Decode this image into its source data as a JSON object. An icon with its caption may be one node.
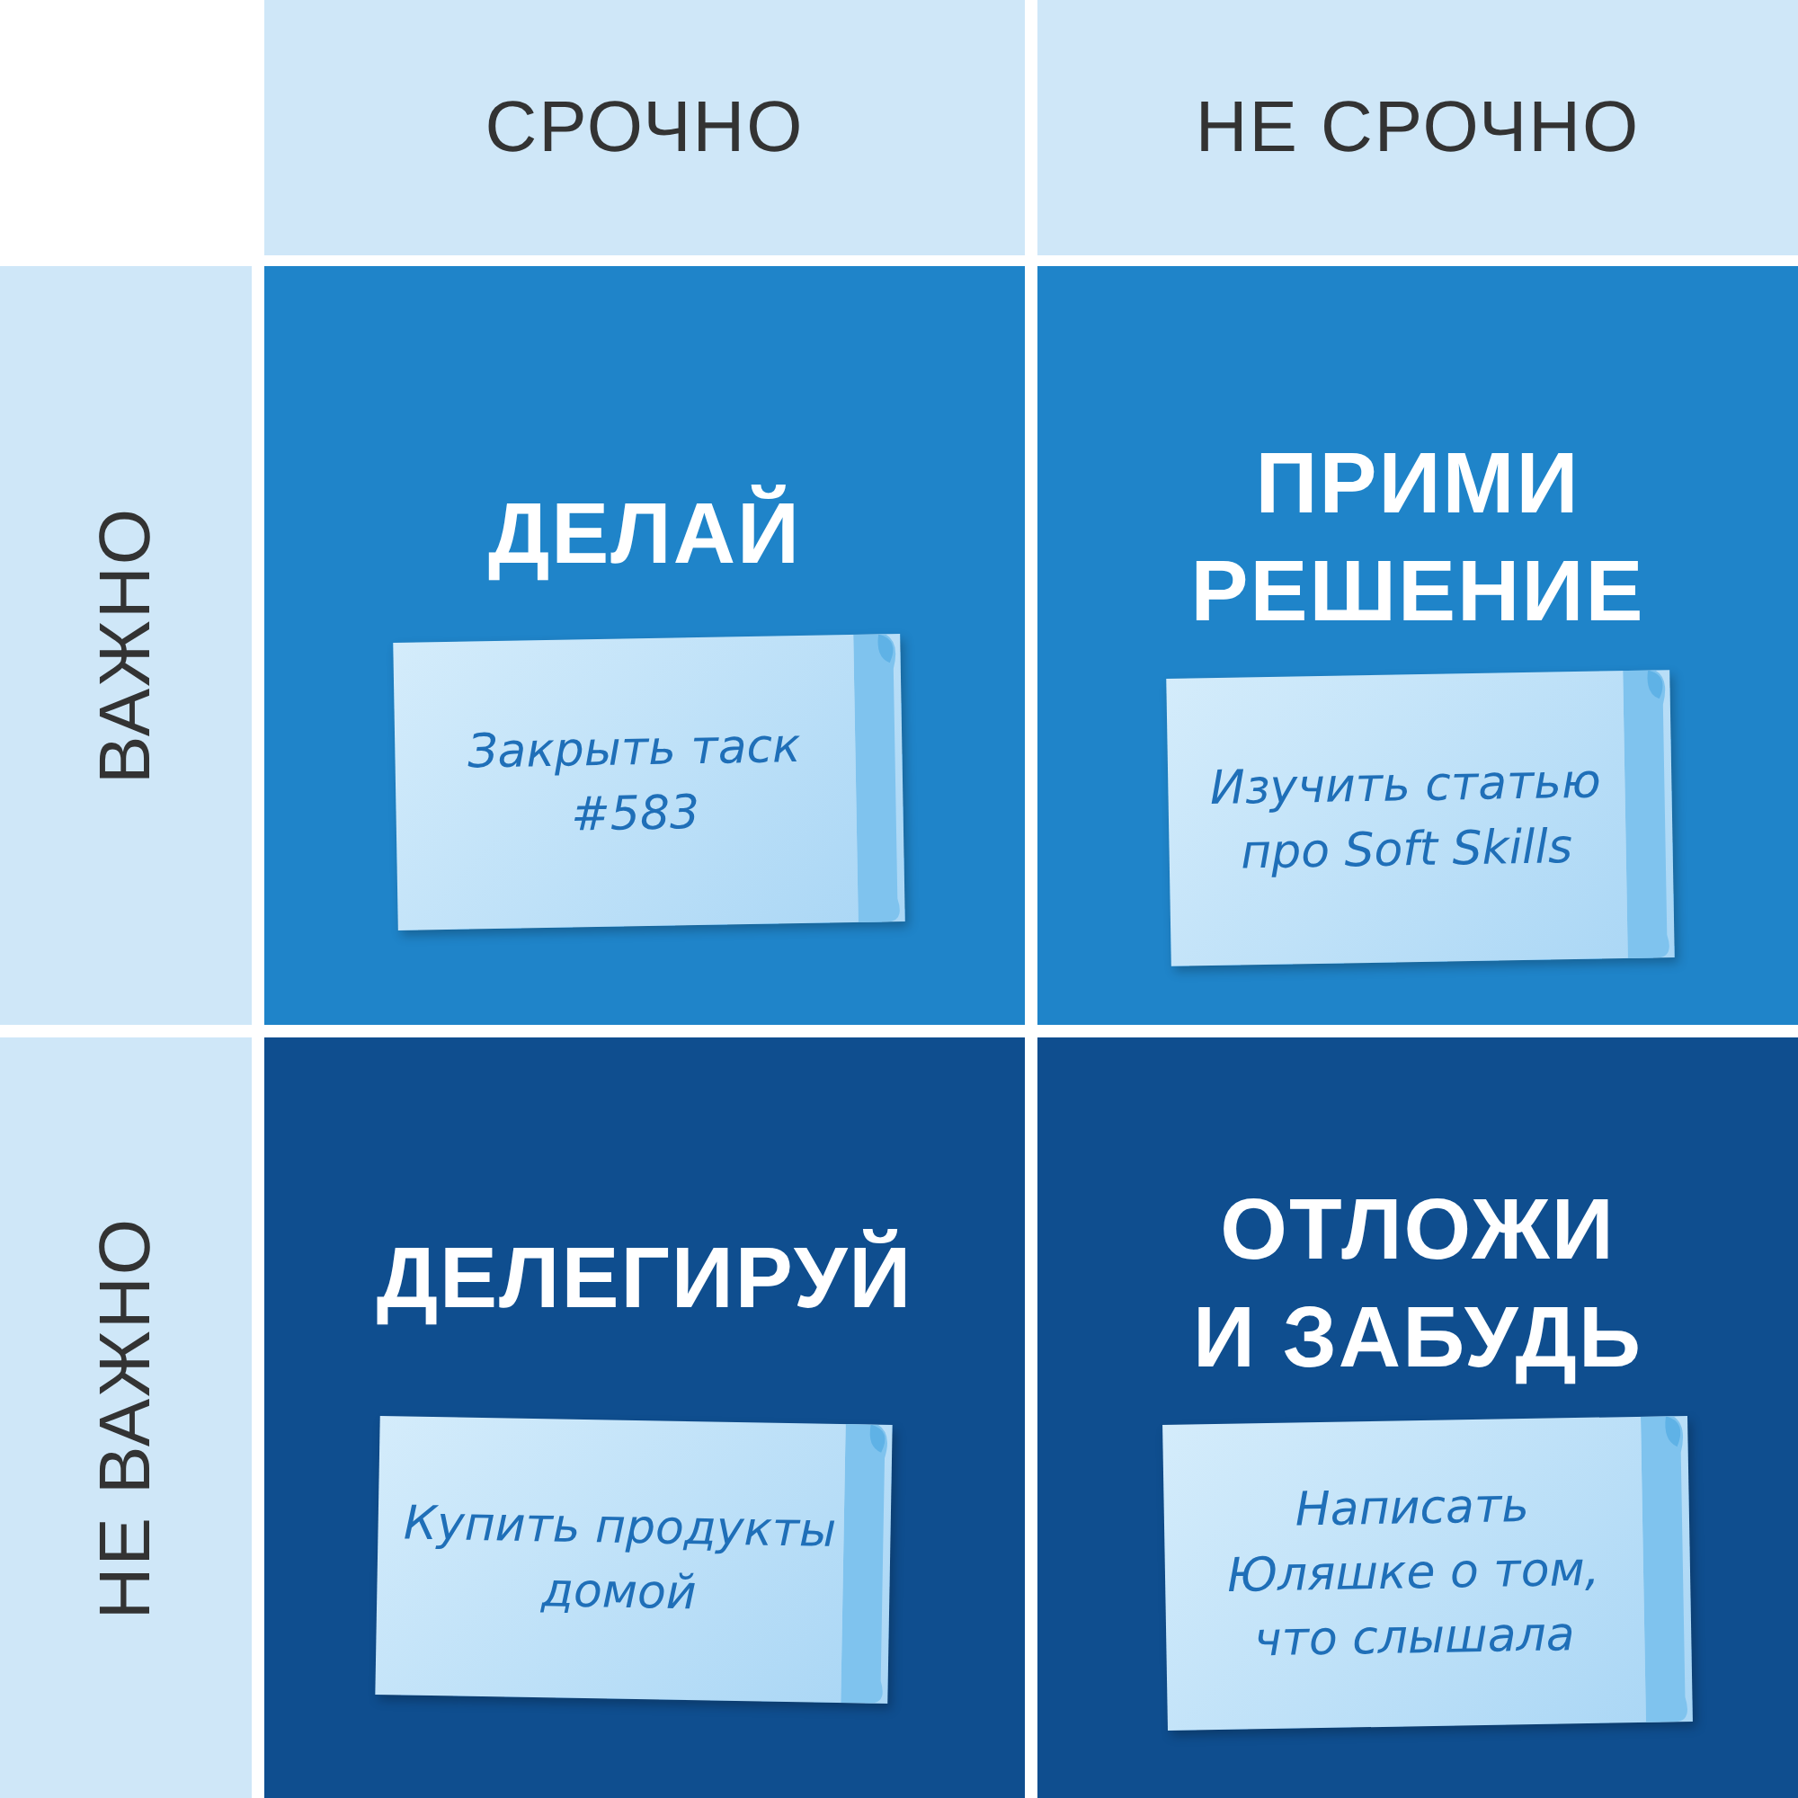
{
  "diagram": {
    "nodes": [
      {
        "text": [
          "СРОЧНО"
        ]
      },
      {
        "text": [
          "НЕ СРОЧНО"
        ]
      },
      {
        "text": [
          "ВАЖНО"
        ]
      },
      {
        "text": [
          "ДЕЛАЙ"
        ]
      },
      {
        "text": [
          "Закрыть таск #583"
        ],
        "in": 3
      },
      {
        "text": [
          "ПРИМИ РЕШЕНИЕ"
        ]
      },
      {
        "text": [
          "Изучить статью про Soft Skills"
        ],
        "in": 5
      },
      {
        "text": [
          "НЕ ВАЖНО"
        ]
      },
      {
        "text": [
          "ДЕЛЕГИРУЙ"
        ]
      },
      {
        "text": [
          "Купить продукты домой"
        ],
        "in": 8
      },
      {
        "text": [
          "ОТЛОЖИ И ЗАБУДЬ"
        ]
      },
      {
        "text": [
          "Написать Юляшке о том, что слышала"
        ],
        "in": 10
      }
    ]
  }
}
